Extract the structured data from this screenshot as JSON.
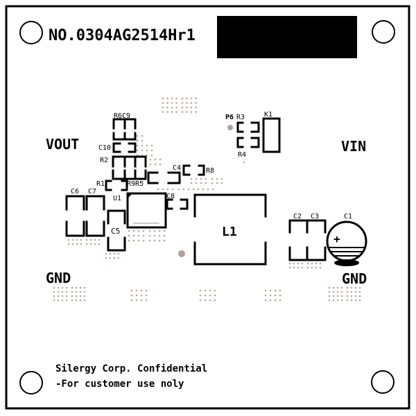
{
  "board": {
    "part_number": "NO.0304AG2514Hr1",
    "confidential_line1": "Silergy Corp. Confidential",
    "confidential_line2": "-For customer use noly",
    "colors": {
      "silkscreen": "#000000",
      "via": "#b9a69c",
      "background": "#ffffff"
    }
  },
  "net_labels": {
    "vout": "VOUT",
    "vin": "VIN",
    "gnd_left": "GND",
    "gnd_right": "GND"
  },
  "components": {
    "r6c9": "R6C9",
    "c10": "C10",
    "r2": "R2",
    "r1": "R1",
    "r9r5": "R9R5",
    "c4": "C4",
    "r8": "R8",
    "p6": "P6",
    "r3": "R3",
    "r4": "R4",
    "k1": "K1",
    "c6": "C6",
    "c7": "C7",
    "u1": "U1",
    "c8": "C8",
    "c5": "C5",
    "l1": "L1",
    "c2": "C2",
    "c3": "C3",
    "c1": "C1",
    "c1_polarity": "+"
  }
}
